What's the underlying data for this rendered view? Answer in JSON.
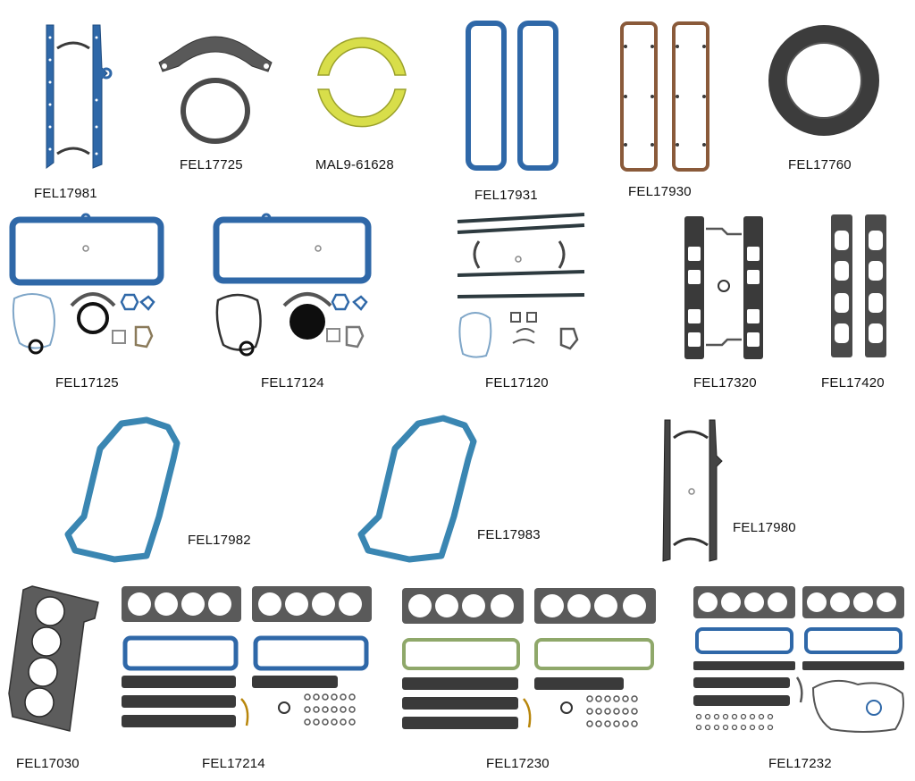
{
  "colors": {
    "gasket_blue": "#2f68a8",
    "gasket_teal": "#3a86b2",
    "graphite": "#595959",
    "dark": "#3a3a3a",
    "yellow": "#d8de4a",
    "copper": "#8a5a3a",
    "sage": "#8fa86a",
    "black": "#0e0e0e"
  },
  "parts": [
    {
      "label": "FEL17981",
      "icon": "oil-pan-gasket-blue-narrow"
    },
    {
      "label": "FEL17725",
      "icon": "rear-main-seal-graphite"
    },
    {
      "label": "MAL9-61628",
      "icon": "rear-main-bearing-seal-yellow"
    },
    {
      "label": "FEL17931",
      "icon": "valve-cover-gasket-blue"
    },
    {
      "label": "FEL17930",
      "icon": "valve-cover-gasket-copper"
    },
    {
      "label": "FEL17760",
      "icon": "rear-main-seal-rubber"
    },
    {
      "label": "FEL17125",
      "icon": "oil-pan-gasket-set-blue"
    },
    {
      "label": "FEL17124",
      "icon": "oil-pan-gasket-set-blue"
    },
    {
      "label": "FEL17120",
      "icon": "oil-pan-gasket-set-graphite"
    },
    {
      "label": "FEL17320",
      "icon": "intake-manifold-gasket-set"
    },
    {
      "label": "FEL17420",
      "icon": "exhaust-manifold-gasket-set"
    },
    {
      "label": "FEL17982",
      "icon": "oil-pan-gasket-blue"
    },
    {
      "label": "FEL17983",
      "icon": "oil-pan-gasket-blue"
    },
    {
      "label": "FEL17980",
      "icon": "oil-pan-gasket-graphite"
    },
    {
      "label": "FEL17030",
      "icon": "head-gasket"
    },
    {
      "label": "FEL17214",
      "icon": "full-gasket-set-blue"
    },
    {
      "label": "FEL17230",
      "icon": "full-gasket-set-green"
    },
    {
      "label": "FEL17232",
      "icon": "full-gasket-set-blue-timing"
    }
  ]
}
